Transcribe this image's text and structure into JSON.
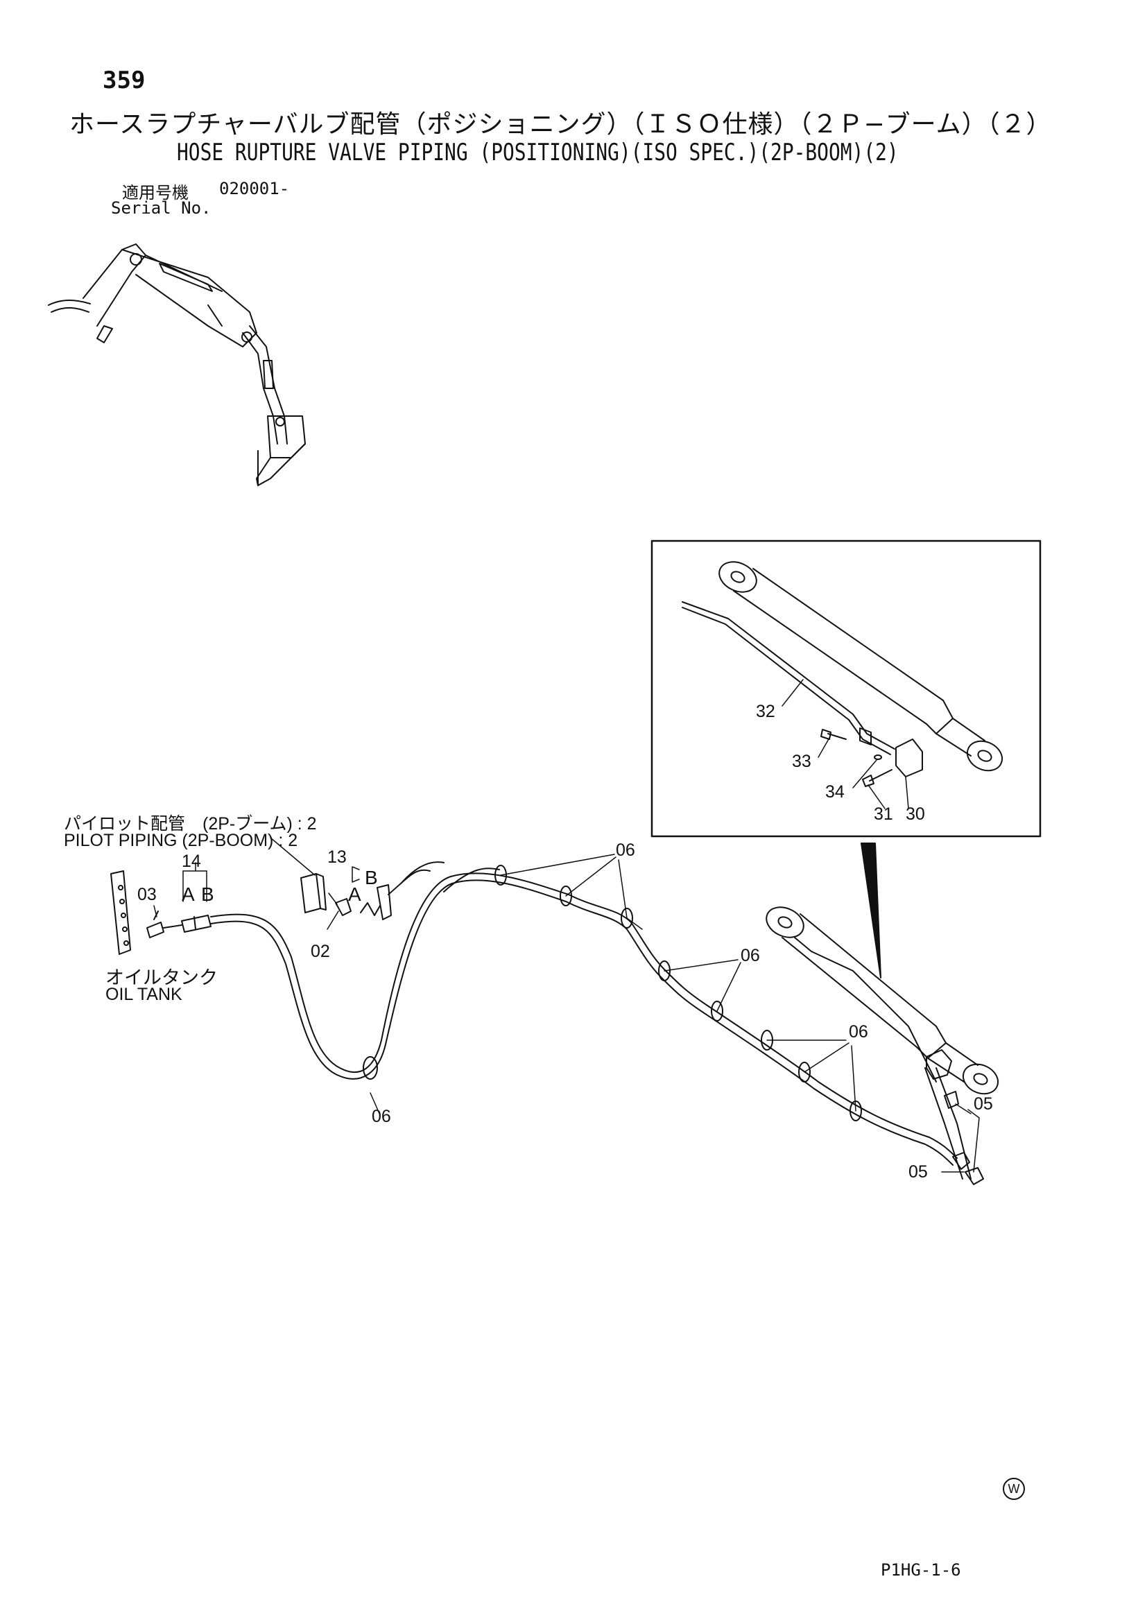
{
  "page_number": "359",
  "title_ja": "ホースラプチャーバルブ配管（ポジショニング）（ＩＳＯ仕様）（２Ｐ−ブーム）（２）",
  "title_en": "HOSE RUPTURE VALVE PIPING (POSITIONING)(ISO SPEC.)(2P-BOOM)(2)",
  "serial": {
    "label_ja": "適用号機",
    "value": "020001-",
    "label_en": "Serial No."
  },
  "callouts": {
    "pilot_ja": "パイロット配管　(2P-ブーム) : 2",
    "pilot_en": "PILOT PIPING (2P-BOOM) : 2",
    "oil_tank_ja": "オイルタンク",
    "oil_tank_en": "OIL TANK"
  },
  "part_numbers": {
    "p02": "02",
    "p03": "03",
    "p13": "13",
    "p14": "14",
    "p05a": "05",
    "p05b": "05",
    "p06a": "06",
    "p06b": "06",
    "p06c": "06",
    "p06d": "06",
    "p30": "30",
    "p31": "31",
    "p32": "32",
    "p33": "33",
    "p34": "34"
  },
  "port_labels": {
    "a1": "A",
    "b1": "B",
    "a2": "A",
    "b2": "B"
  },
  "footer": {
    "mark": "W",
    "figure_code": "P1HG-1-6"
  }
}
